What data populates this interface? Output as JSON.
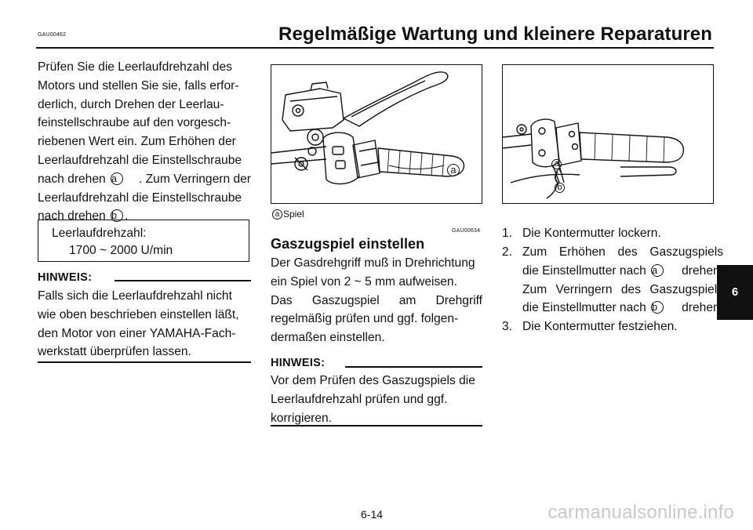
{
  "header": {
    "code": "GAU00462",
    "title": "Regelmäßige Wartung und kleinere Reparaturen"
  },
  "left": {
    "lines": [
      "Prüfen Sie die Leerlaufdrehzahl des",
      "Motors und stellen Sie sie, falls erfor-",
      "derlich, durch Drehen der Leerlau-",
      "feinstellschraube auf den vorgesch-",
      "riebenen Wert ein. Zum Erhöhen der",
      "Leerlaufdrehzahl die Einstellschraube"
    ],
    "line7_pre": "nach drehen",
    "line7_mark": "a",
    "line7_post": ". Zum Verringern der",
    "line8": "Leerlaufdrehzahl die Einstellschraube",
    "line9_pre": "nach drehen",
    "line9_mark": "b",
    "line9_post": ".",
    "spec_label": "Leerlaufdrehzahl:",
    "spec_value": "1700 ~ 2000 U/min",
    "hinweis_label": "HINWEIS:",
    "hinweis_lines": [
      "Falls sich die Leerlaufdrehzahl nicht",
      "wie oben beschrieben einstellen läßt,",
      "den Motor von einer YAMAHA-Fach-",
      "werkstatt überprüfen lassen."
    ]
  },
  "middle": {
    "figure_label_a": "a",
    "caption_mark": "a",
    "caption_text": "Spiel",
    "code": "GAU00634",
    "section_title": "Gaszugspiel einstellen",
    "lines": [
      "Der Gasdrehgriff muß in Drehrichtung",
      "ein Spiel von 2 ~ 5 mm aufweisen.",
      "Das Gaszugspiel am Drehgriff",
      "regelmäßig prüfen und ggf. folgen-",
      "dermaßen einstellen."
    ],
    "hinweis_label": "HINWEIS:",
    "hinweis_lines": [
      "Vor dem Prüfen des Gaszugspiels die",
      "Leerlaufdrehzahl prüfen und ggf.",
      "korrigieren."
    ]
  },
  "right": {
    "figure_label_a": "a",
    "figure_label_b": "b",
    "steps": [
      {
        "num": "1.",
        "lines": [
          "Die Kontermutter lockern."
        ]
      },
      {
        "num": "2.",
        "lines": [
          "Zum Erhöhen des Gaszugspiels"
        ],
        "line2_pre": "die Einstellmutter nach",
        "line2_mark": "a",
        "line2_post": "drehen.",
        "line3": "Zum Verringern des Gaszugspiels",
        "line4_pre": "die Einstellmutter nach",
        "line4_mark": "b",
        "line4_post": "drehen."
      },
      {
        "num": "3.",
        "lines": [
          "Die Kontermutter festziehen."
        ]
      }
    ]
  },
  "side_tab": "6",
  "page_number": "6-14",
  "watermark": "carmanualsonline.info"
}
